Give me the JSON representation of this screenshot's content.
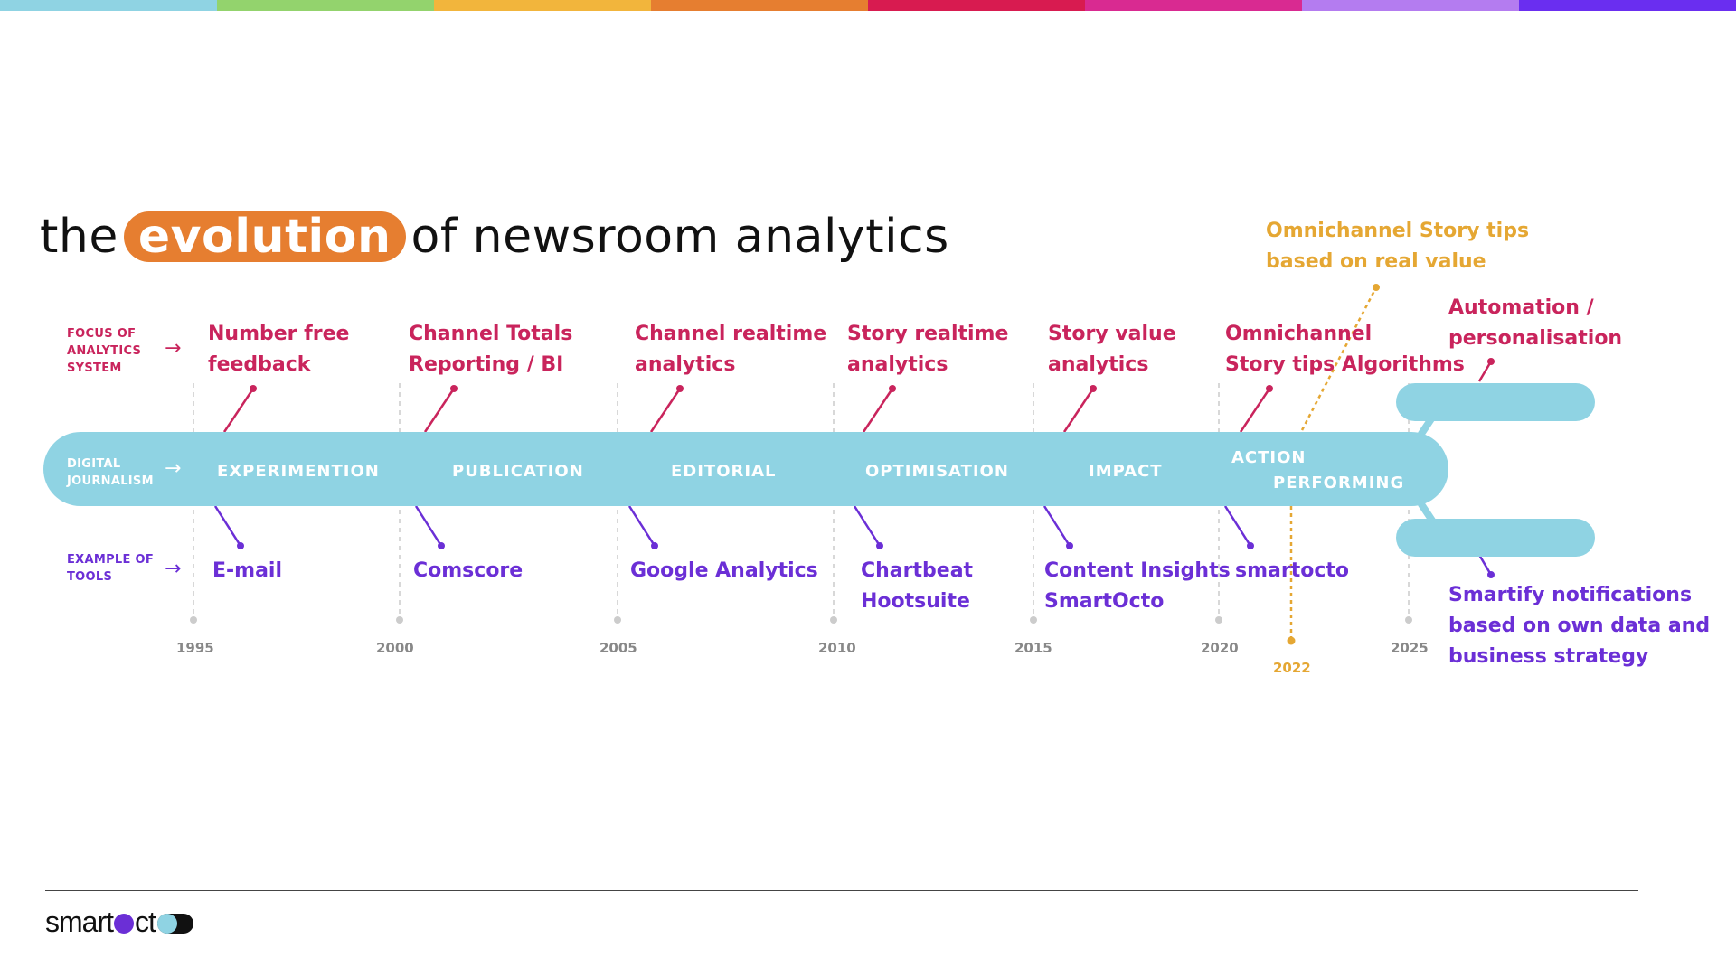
{
  "stripe_colors": [
    "#8fd3e3",
    "#93d36d",
    "#f2b53c",
    "#e67e30",
    "#d81b50",
    "#d92a91",
    "#b47cf0",
    "#6a2ef0"
  ],
  "title": {
    "before": "the",
    "highlight": "evolution",
    "after": "of newsroom analytics"
  },
  "row_labels": {
    "focus": "FOCUS OF ANALYTICS SYSTEM",
    "journalism": "DIGITAL JOURNALISM",
    "tools": "EXAMPLE OF TOOLS",
    "arrow": "→"
  },
  "eras": [
    {
      "label": "EXPERIMENTION"
    },
    {
      "label": "PUBLICATION"
    },
    {
      "label": "EDITORIAL"
    },
    {
      "label": "OPTIMISATION"
    },
    {
      "label": "IMPACT"
    },
    {
      "label": "ACTION"
    },
    {
      "label": "PERFORMING"
    }
  ],
  "focus_items": [
    {
      "text": "Number free\nfeedback"
    },
    {
      "text": "Channel Totals\nReporting / BI"
    },
    {
      "text": "Channel realtime\nanalytics"
    },
    {
      "text": "Story realtime\nanalytics"
    },
    {
      "text": "Story value\nanalytics"
    },
    {
      "text": "Omnichannel\nStory tips Algorithms"
    },
    {
      "text": "Automation /\npersonalisation"
    }
  ],
  "future_item": {
    "text": "Omnichannel Story tips\nbased on real value"
  },
  "tool_items": [
    {
      "text": "E-mail"
    },
    {
      "text": "Comscore"
    },
    {
      "text": "Google Analytics"
    },
    {
      "text": "Chartbeat\nHootsuite"
    },
    {
      "text": "Content Insights\nSmartOcto"
    },
    {
      "text": "smartocto"
    },
    {
      "text": "Smartify notifications\nbased on own data and\nbusiness strategy"
    }
  ],
  "years": [
    "1995",
    "2000",
    "2005",
    "2010",
    "2015",
    "2020",
    "2025"
  ],
  "highlight_year": "2022",
  "colors": {
    "band": "#8fd3e3",
    "focus": "#c9245c",
    "tools": "#6b2fd6",
    "future": "#e5a733",
    "title_pill": "#e67e30",
    "year_gray": "#888888"
  },
  "logo": {
    "part1": "smart",
    "part2": "ct"
  }
}
